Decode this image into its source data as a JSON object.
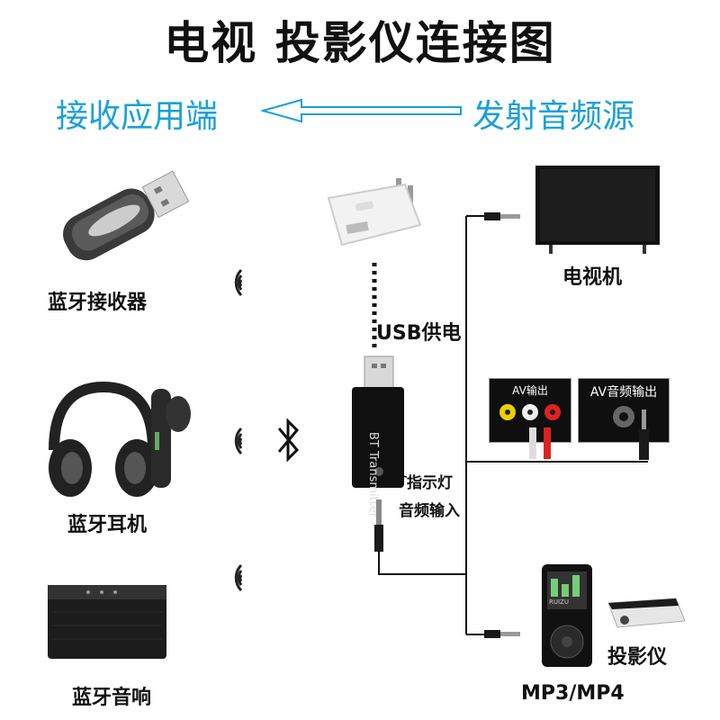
{
  "title": "电视 投影仪连接图",
  "direction": {
    "left": "接收应用端",
    "right": "发射音频源"
  },
  "receivers": [
    {
      "label": "蓝牙接收器",
      "icon": "bluetooth-receiver-dongle-icon"
    },
    {
      "label": "蓝牙耳机",
      "icon": "headphones-earpiece-icon"
    },
    {
      "label": "蓝牙音响",
      "icon": "bluetooth-speaker-icon"
    }
  ],
  "transmitter": {
    "text": "BT Transmitter",
    "badge": "Bluetooth",
    "usb_label": "USB供电",
    "indicator_label": "指示灯",
    "audio_input_label": "音频输入"
  },
  "sources": {
    "tv": "电视机",
    "av_out_1": "AV输出",
    "av_out_2": "AV音频输出",
    "mp3": "MP3/MP4",
    "projector": "投影仪",
    "mp3_screen": "RUIZU"
  },
  "colors": {
    "accent": "#1aa0d8",
    "text": "#111111"
  }
}
